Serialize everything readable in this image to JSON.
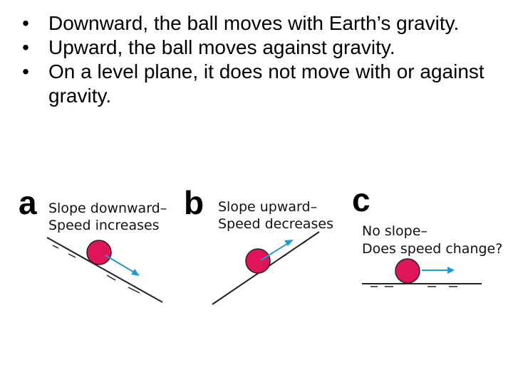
{
  "bullets": [
    "Downward, the ball moves with Earth’s gravity.",
    "Upward, the ball moves against gravity.",
    "On a level plane, it does not move with or against gravity."
  ],
  "panels": {
    "a": {
      "letter": "a",
      "line1": "Slope downward–",
      "line2": "Speed increases"
    },
    "b": {
      "letter": "b",
      "line1": "Slope upward–",
      "line2": "Speed decreases"
    },
    "c": {
      "letter": "c",
      "line1": "No slope–",
      "line2": "Does speed change?"
    }
  },
  "colors": {
    "ball": "#e0145a",
    "arrow": "#1e9ad6",
    "ground": "#222222"
  }
}
